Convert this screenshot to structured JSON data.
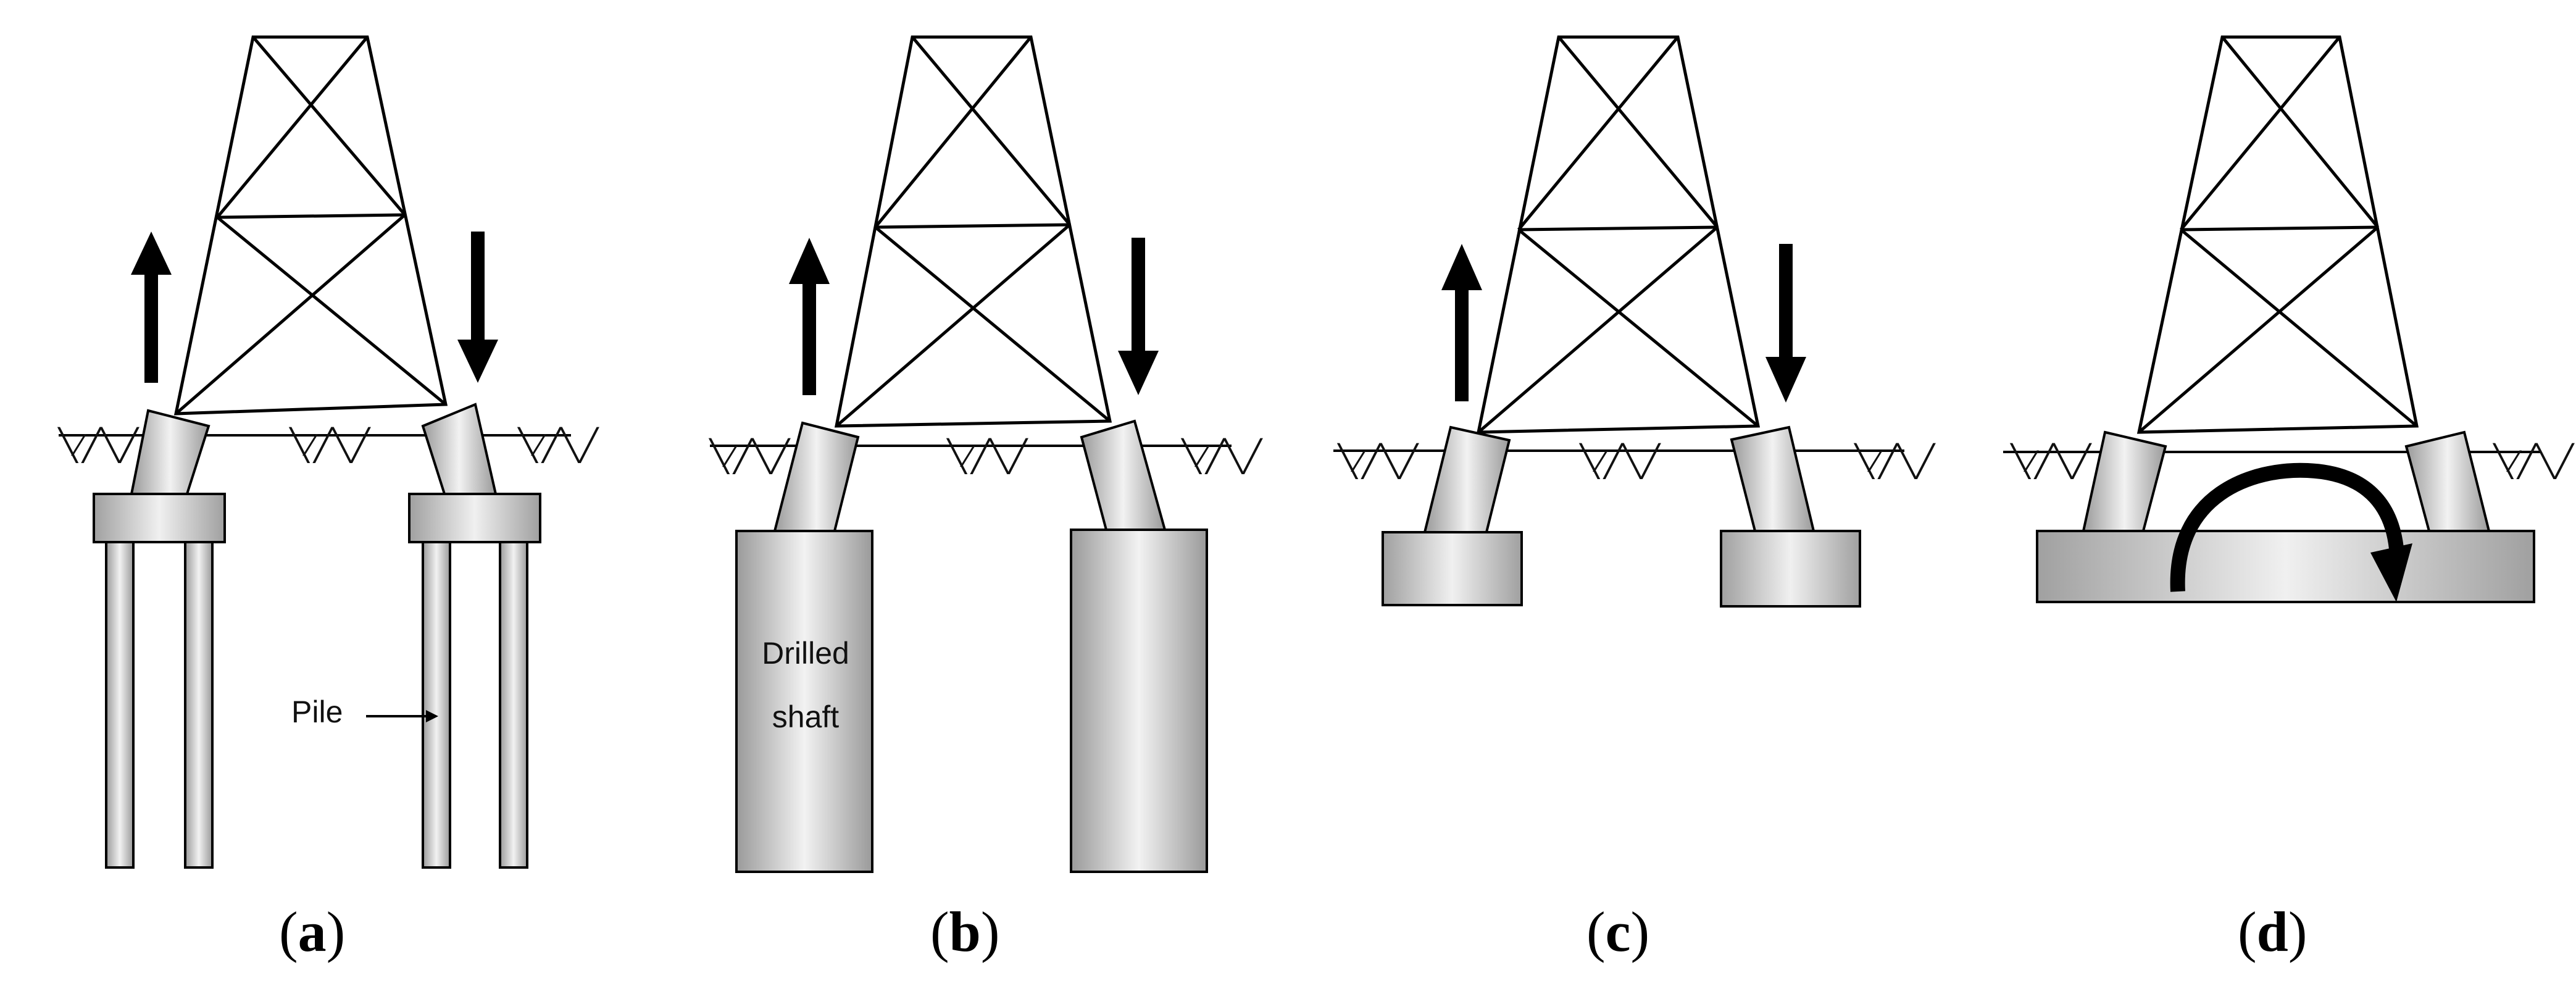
{
  "panels": [
    {
      "id": "a",
      "foundation": "pile-group",
      "caption_letter": "a"
    },
    {
      "id": "b",
      "foundation": "drilled-shaft",
      "caption_letter": "b"
    },
    {
      "id": "c",
      "foundation": "spread-footing",
      "caption_letter": "c"
    },
    {
      "id": "d",
      "foundation": "mat",
      "caption_letter": "d"
    }
  ],
  "labels": {
    "pile": "Pile",
    "drilled_line1": "Drilled",
    "drilled_line2": "shaft",
    "soil_symbol": "╲⁄╱╲╱"
  },
  "caption_open": "(",
  "caption_close": ")",
  "colors": {
    "stroke": "#000000",
    "concrete_light": "#f2f2f2",
    "concrete_dark": "#9a9a9a"
  }
}
